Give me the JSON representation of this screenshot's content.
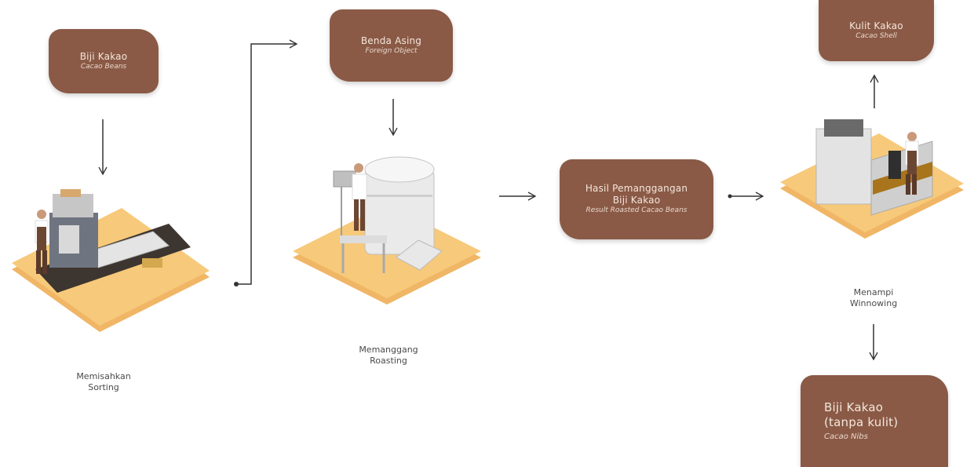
{
  "boxes": {
    "cacao_beans": {
      "main": "Biji Kakao",
      "sub": "Cacao Beans"
    },
    "foreign_object": {
      "main": "Benda Asing",
      "sub": "Foreign Object"
    },
    "roasted_beans": {
      "main_1": "Hasil Pemanggangan",
      "main_2": "Biji Kakao",
      "sub": "Result Roasted Cacao Beans"
    },
    "cacao_shell": {
      "main": "Kulit Kakao",
      "sub": "Cacao Shell"
    },
    "cacao_nibs": {
      "main_1": "Biji Kakao",
      "main_2": "(tanpa kulit)",
      "sub": "Cacao Nibs"
    }
  },
  "steps": {
    "sorting": {
      "line1": "Memisahkan",
      "line2": "Sorting"
    },
    "roasting": {
      "line1": "Memanggang",
      "line2": "Roasting"
    },
    "winnowing": {
      "line1": "Menampi",
      "line2": "Winnowing"
    }
  },
  "colors": {
    "box": "#8a5a46",
    "platform": "#f7c97a",
    "line": "#333333"
  }
}
